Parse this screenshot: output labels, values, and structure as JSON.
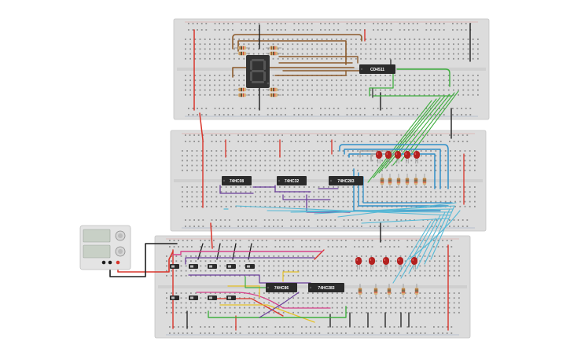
{
  "colors": {
    "board": "#dcdcdc",
    "board_edge": "#c4c4c4",
    "hole": "#8f8f8f",
    "rail_red": "#d9352b",
    "rail_blue": "#2a4f9a",
    "chip": "#2b2b2b",
    "wire_brown": "#8b5a2b",
    "wire_green": "#3fae3f",
    "wire_cyan": "#56b9d6",
    "wire_blue": "#2f8fc8",
    "wire_purple": "#6a3d9a",
    "wire_red": "#d9352b",
    "wire_black": "#1e1e1e",
    "wire_yellow": "#e6c229",
    "wire_pink": "#d6428a",
    "wire_gray": "#9a9a9a",
    "led_red": "#b3201f",
    "display_body": "#333333",
    "display_segment": "#555555"
  },
  "boards": {
    "top": {
      "chips": [
        {
          "id": "decoder",
          "label": "CD4511"
        }
      ]
    },
    "middle": {
      "chips": [
        {
          "id": "and",
          "label": "74HC08"
        },
        {
          "id": "or",
          "label": "74HC32"
        },
        {
          "id": "adder",
          "label": "74HC283"
        }
      ]
    },
    "bottom": {
      "chips": [
        {
          "id": "xor",
          "label": "74HC86"
        },
        {
          "id": "adder2",
          "label": "74HC283"
        }
      ]
    }
  },
  "icons": {
    "display": "seven-segment-display-icon",
    "power": "power-supply-icon",
    "led": "led-icon",
    "resistor": "resistor-icon",
    "switch": "dip-switch-icon"
  },
  "power_supply": {
    "knob_count": 2,
    "lead_colors": [
      "#d9352b",
      "#1e1e1e"
    ]
  }
}
